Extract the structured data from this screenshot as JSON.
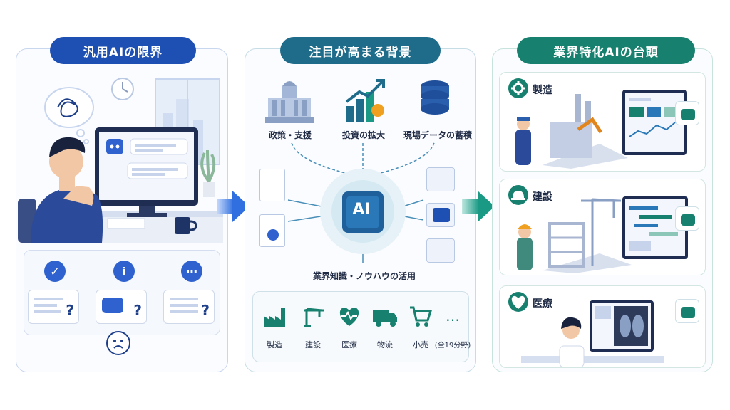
{
  "panels": {
    "limits": {
      "title": "汎用AIの限界"
    },
    "background": {
      "title": "注目が高まる背景",
      "sources": [
        "政策・支援",
        "投資の拡大",
        "現場データの蓄積"
      ],
      "center_label": "AI",
      "knowledge_label": "業界知識・ノウハウの活用",
      "industries": [
        "製造",
        "建設",
        "医療",
        "物流",
        "小売",
        "(全19分野)"
      ],
      "more_glyph": "…"
    },
    "rise": {
      "title": "業界特化AIの台頭",
      "cases": [
        "製造",
        "建設",
        "医療"
      ]
    }
  },
  "colors": {
    "blue": "#1e4fb3",
    "teal": "#1f6c8a",
    "green": "#17806e"
  }
}
